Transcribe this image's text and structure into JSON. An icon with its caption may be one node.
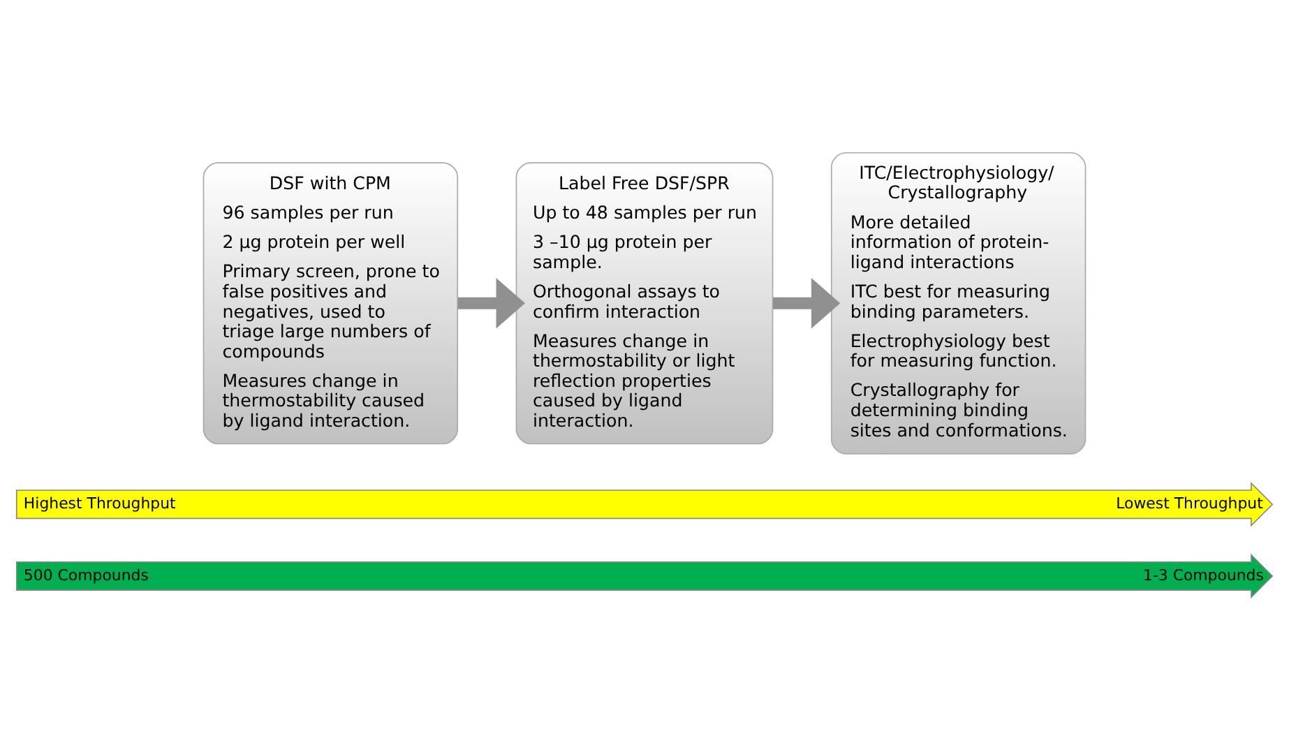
{
  "diagram": {
    "nodes": [
      {
        "text": [
          "DSF with CPM",
          "96 samples per run",
          "2 µg protein per well",
          "Primary screen, prone to false positives and negatives, used to triage large numbers of compounds",
          "Measures change in thermostability caused by ligand interaction."
        ]
      },
      {
        "text": [
          "Label Free DSF/SPR",
          "Up to 48 samples per run",
          "3 –10 µg protein per sample.",
          "Orthogonal assays to confirm interaction",
          "Measures change in thermostability or light reflection properties caused by ligand interaction."
        ]
      },
      {
        "text": [
          "ITC/Electrophysiology/ Crystallography",
          "More detailed information of protein-ligand interactions",
          "ITC best for measuring binding parameters.",
          "Electrophysiology best for measuring function.",
          "Crystallography for determining binding sites and conformations."
        ]
      },
      {
        "text": [
          "Highest Throughput",
          "Lowest Throughput"
        ]
      },
      {
        "text": [
          "500 Compounds",
          "1-3 Compounds"
        ]
      }
    ],
    "edges": [
      {
        "from": 0,
        "to": 1,
        "arrow": "to"
      },
      {
        "from": 1,
        "to": 2,
        "arrow": "to"
      }
    ]
  }
}
